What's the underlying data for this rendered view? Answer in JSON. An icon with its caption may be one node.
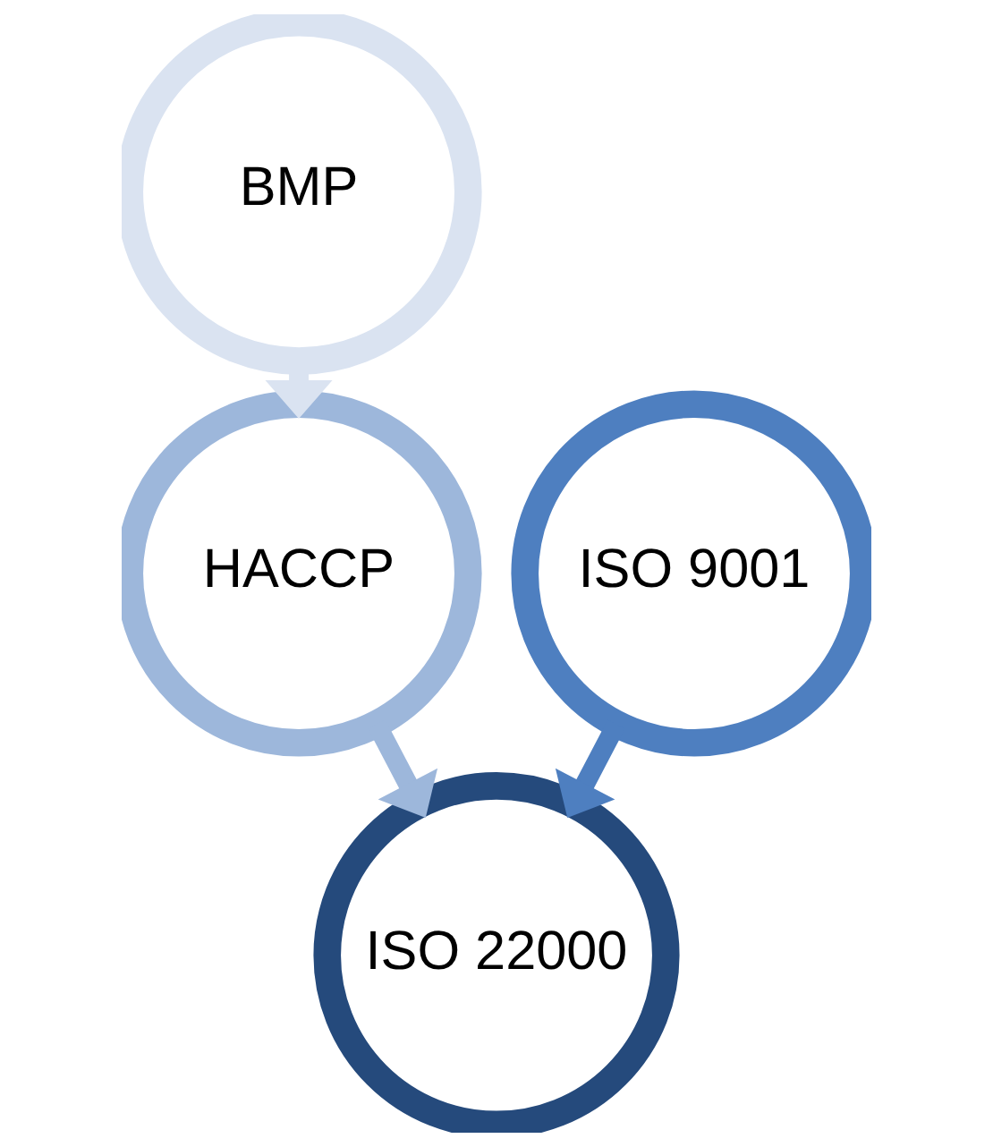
{
  "diagram": {
    "nodes": [
      {
        "text": [
          "BMP"
        ]
      },
      {
        "text": [
          "HACCP"
        ]
      },
      {
        "text": [
          "ISO 9001"
        ]
      },
      {
        "text": [
          "ISO 22000"
        ]
      }
    ],
    "edges": [
      {
        "from": 0,
        "to": 1,
        "arrow": "to",
        "color": "#dae3f1"
      },
      {
        "from": 1,
        "to": 3,
        "arrow": "to",
        "color": "#9db7db"
      },
      {
        "from": 2,
        "to": 3,
        "arrow": "to",
        "color": "#4e7fc0"
      }
    ]
  }
}
